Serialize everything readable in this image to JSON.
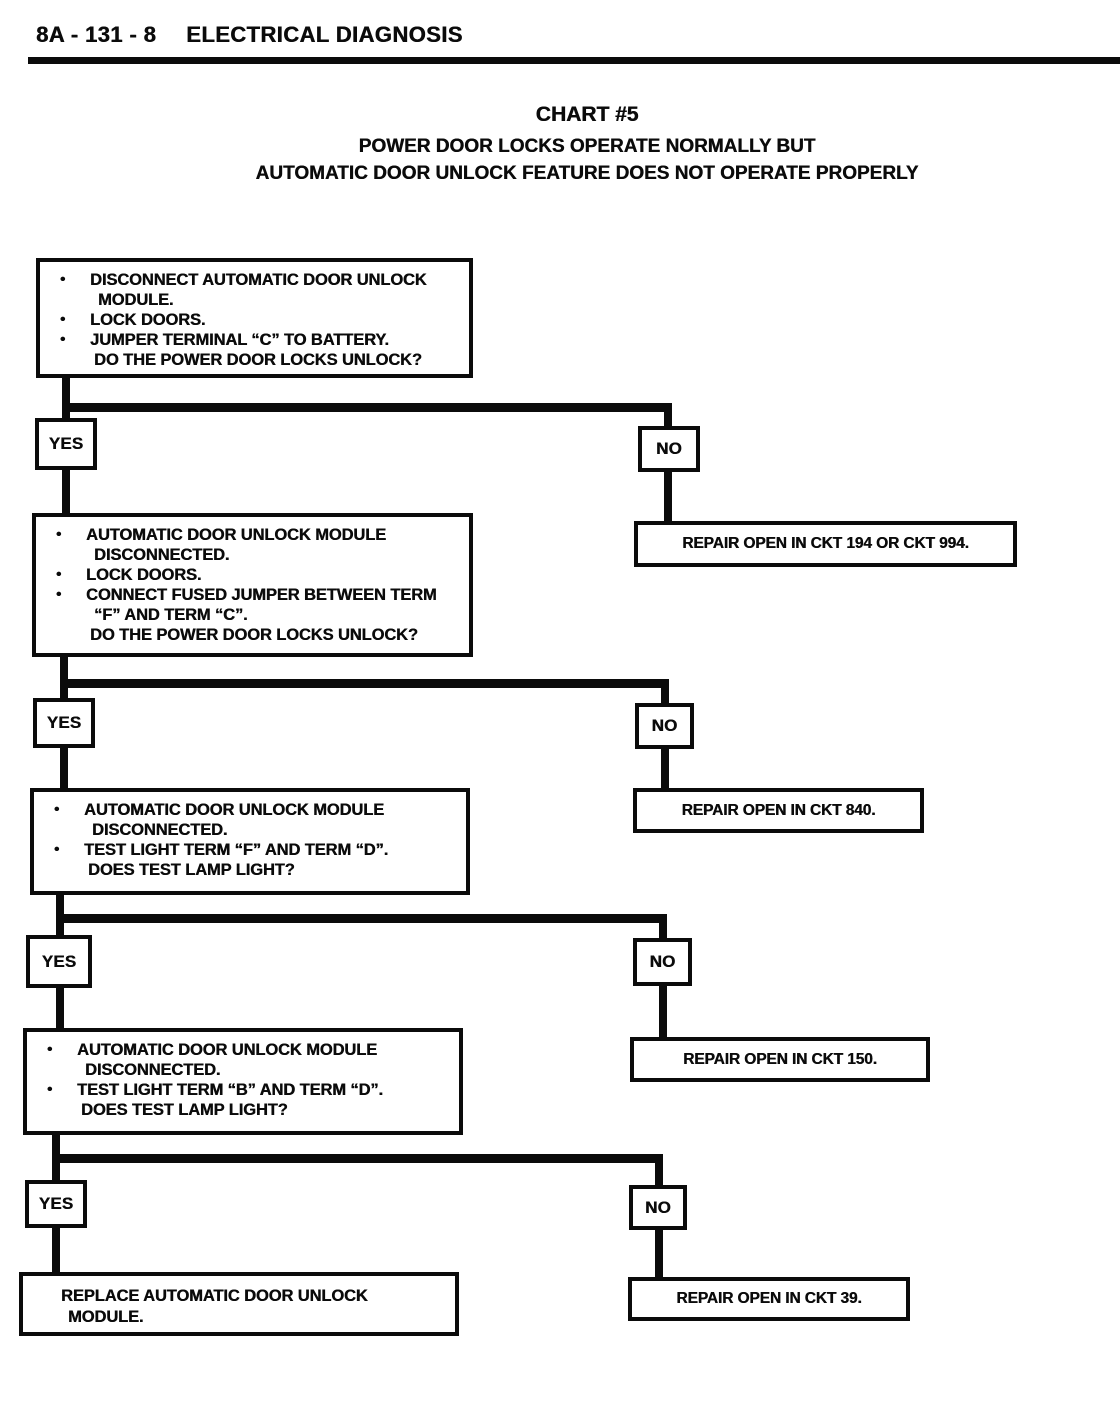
{
  "page": {
    "code": "8A - 131 - 8",
    "section": "ELECTRICAL DIAGNOSIS"
  },
  "chart": {
    "title": "CHART #5",
    "subtitle_line1": "POWER DOOR LOCKS OPERATE NORMALLY BUT",
    "subtitle_line2": "AUTOMATIC DOOR UNLOCK FEATURE DOES NOT OPERATE PROPERLY"
  },
  "flowchart": {
    "bullet_glyph": "•",
    "yes_label": "YES",
    "no_label": "NO",
    "steps": [
      {
        "bullets": [
          "DISCONNECT AUTOMATIC DOOR UNLOCK MODULE.",
          "LOCK DOORS.",
          "JUMPER TERMINAL “C” TO BATTERY."
        ],
        "question": "DO THE POWER DOOR LOCKS UNLOCK?"
      },
      {
        "bullets": [
          "AUTOMATIC DOOR UNLOCK MODULE DISCONNECTED.",
          "LOCK DOORS.",
          "CONNECT FUSED JUMPER BETWEEN TERM “F” AND TERM “C”."
        ],
        "question": "DO THE POWER DOOR LOCKS UNLOCK?"
      },
      {
        "bullets": [
          "AUTOMATIC DOOR UNLOCK MODULE DISCONNECTED.",
          "TEST LIGHT TERM “F” AND TERM “D”."
        ],
        "question": "DOES TEST LAMP LIGHT?"
      },
      {
        "bullets": [
          "AUTOMATIC DOOR UNLOCK MODULE DISCONNECTED.",
          "TEST LIGHT TERM “B” AND TERM “D”."
        ],
        "question": "DOES TEST LAMP LIGHT?"
      }
    ],
    "repairs": [
      "REPAIR OPEN IN CKT 194 OR CKT 994.",
      "REPAIR OPEN IN CKT 840.",
      "REPAIR OPEN IN CKT 150.",
      "REPAIR OPEN IN CKT 39."
    ],
    "final_action": "REPLACE AUTOMATIC DOOR UNLOCK MODULE."
  }
}
